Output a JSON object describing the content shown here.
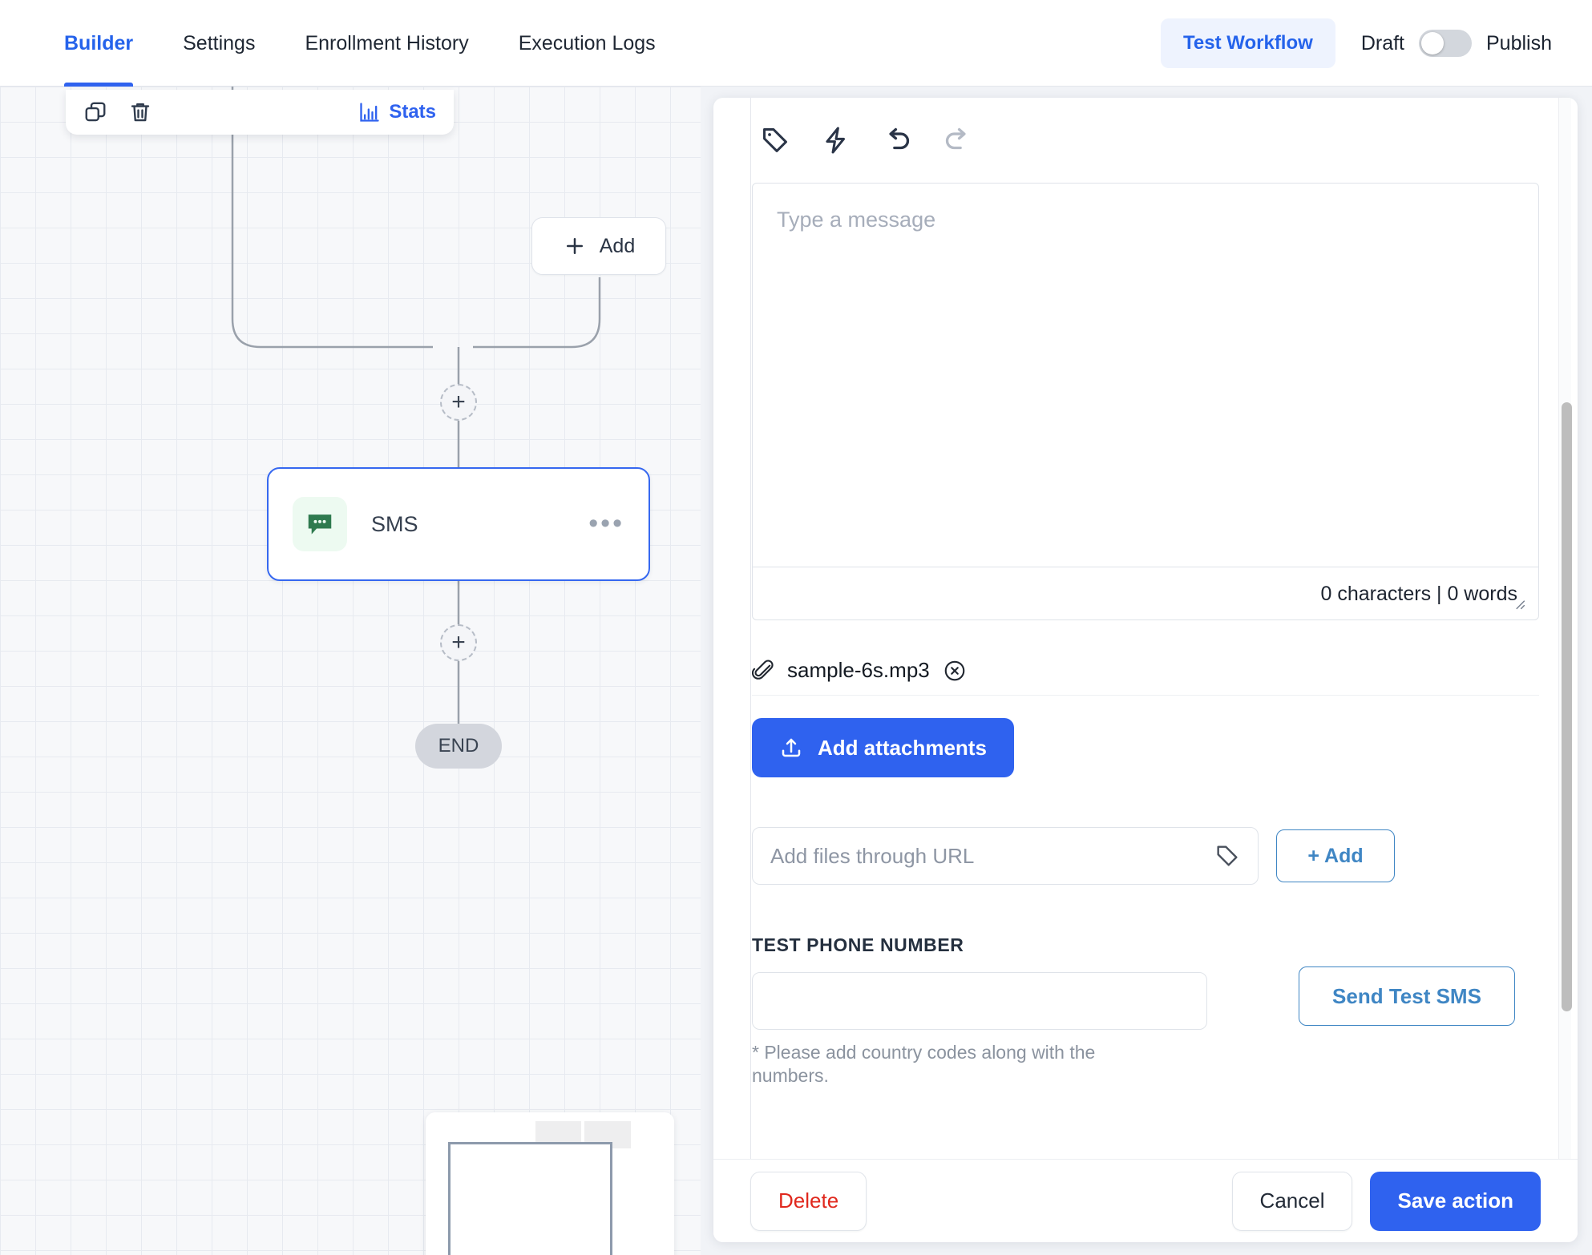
{
  "header": {
    "tabs": [
      {
        "label": "Builder",
        "active": true
      },
      {
        "label": "Settings",
        "active": false
      },
      {
        "label": "Enrollment History",
        "active": false
      },
      {
        "label": "Execution Logs",
        "active": false
      }
    ],
    "test_workflow_label": "Test Workflow",
    "draft_label": "Draft",
    "publish_label": "Publish",
    "toggle_state": "off",
    "accent_color": "#2f62ef"
  },
  "canvas": {
    "node_toolbar": {
      "copy_icon": "copy-icon",
      "delete_icon": "trash-icon",
      "stats_label": "Stats",
      "stats_icon": "bar-chart-icon"
    },
    "add_button_label": "Add",
    "plus_nodes": [
      "+",
      "+"
    ],
    "sms_node": {
      "title": "SMS",
      "icon": "sms-chat-icon",
      "icon_bg": "#edfaf1",
      "icon_color": "#2f7a4f",
      "menu_label": "•••",
      "selected_border": "#3668f0"
    },
    "end_node_label": "END",
    "minimap": {
      "name": "flow-minimap"
    }
  },
  "panel": {
    "editor_toolbar": [
      {
        "name": "tag-icon",
        "state": "enabled"
      },
      {
        "name": "lightning-icon",
        "state": "enabled"
      },
      {
        "name": "undo-icon",
        "state": "enabled"
      },
      {
        "name": "redo-icon",
        "state": "disabled"
      }
    ],
    "message": {
      "placeholder": "Type a message",
      "value": "",
      "counter": "0 characters | 0 words"
    },
    "attachment": {
      "filename": "sample-6s.mp3",
      "clip_icon": "paperclip-icon",
      "remove_icon": "remove-circle-icon"
    },
    "add_attachments_label": "Add attachments",
    "url_field": {
      "placeholder": "Add files through URL",
      "value": "",
      "tag_icon": "tag-icon",
      "add_label": "+ Add"
    },
    "test_phone": {
      "title": "TEST PHONE NUMBER",
      "value": "",
      "placeholder": "",
      "hint": "* Please add country codes along with the numbers.",
      "send_label": "Send Test SMS"
    },
    "footer": {
      "delete_label": "Delete",
      "cancel_label": "Cancel",
      "save_label": "Save action"
    }
  }
}
